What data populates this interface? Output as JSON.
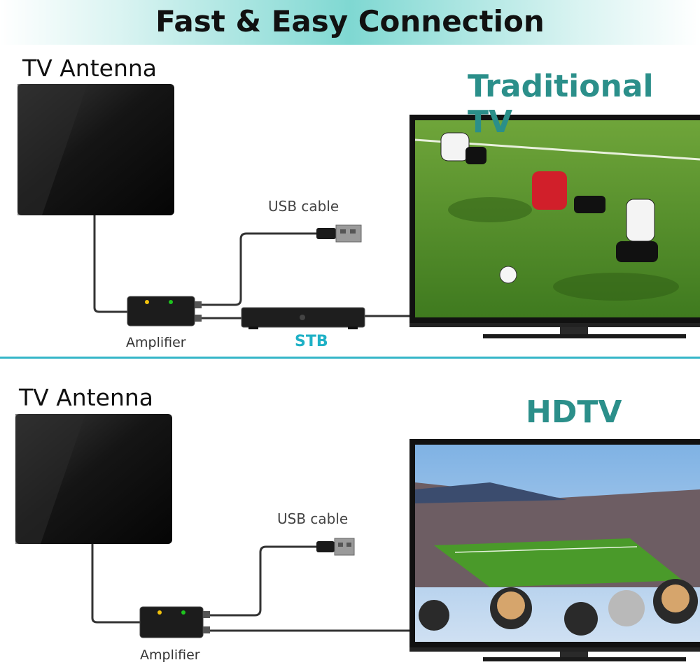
{
  "header": {
    "title": "Fast & Easy Connection"
  },
  "top": {
    "antenna_label": "TV Antenna",
    "tv_title": "Traditional TV",
    "usb_label": "USB cable",
    "amplifier_label": "Amplifier",
    "stb_label": "STB"
  },
  "bottom": {
    "antenna_label": "TV Antenna",
    "tv_title": "HDTV",
    "usb_label": "USB cable",
    "amplifier_label": "Amplifier"
  },
  "colors": {
    "accent": "#2b8f8a",
    "stb": "#1fb1c6",
    "divider": "#35b6c8",
    "banner": "#7fd8d2"
  }
}
